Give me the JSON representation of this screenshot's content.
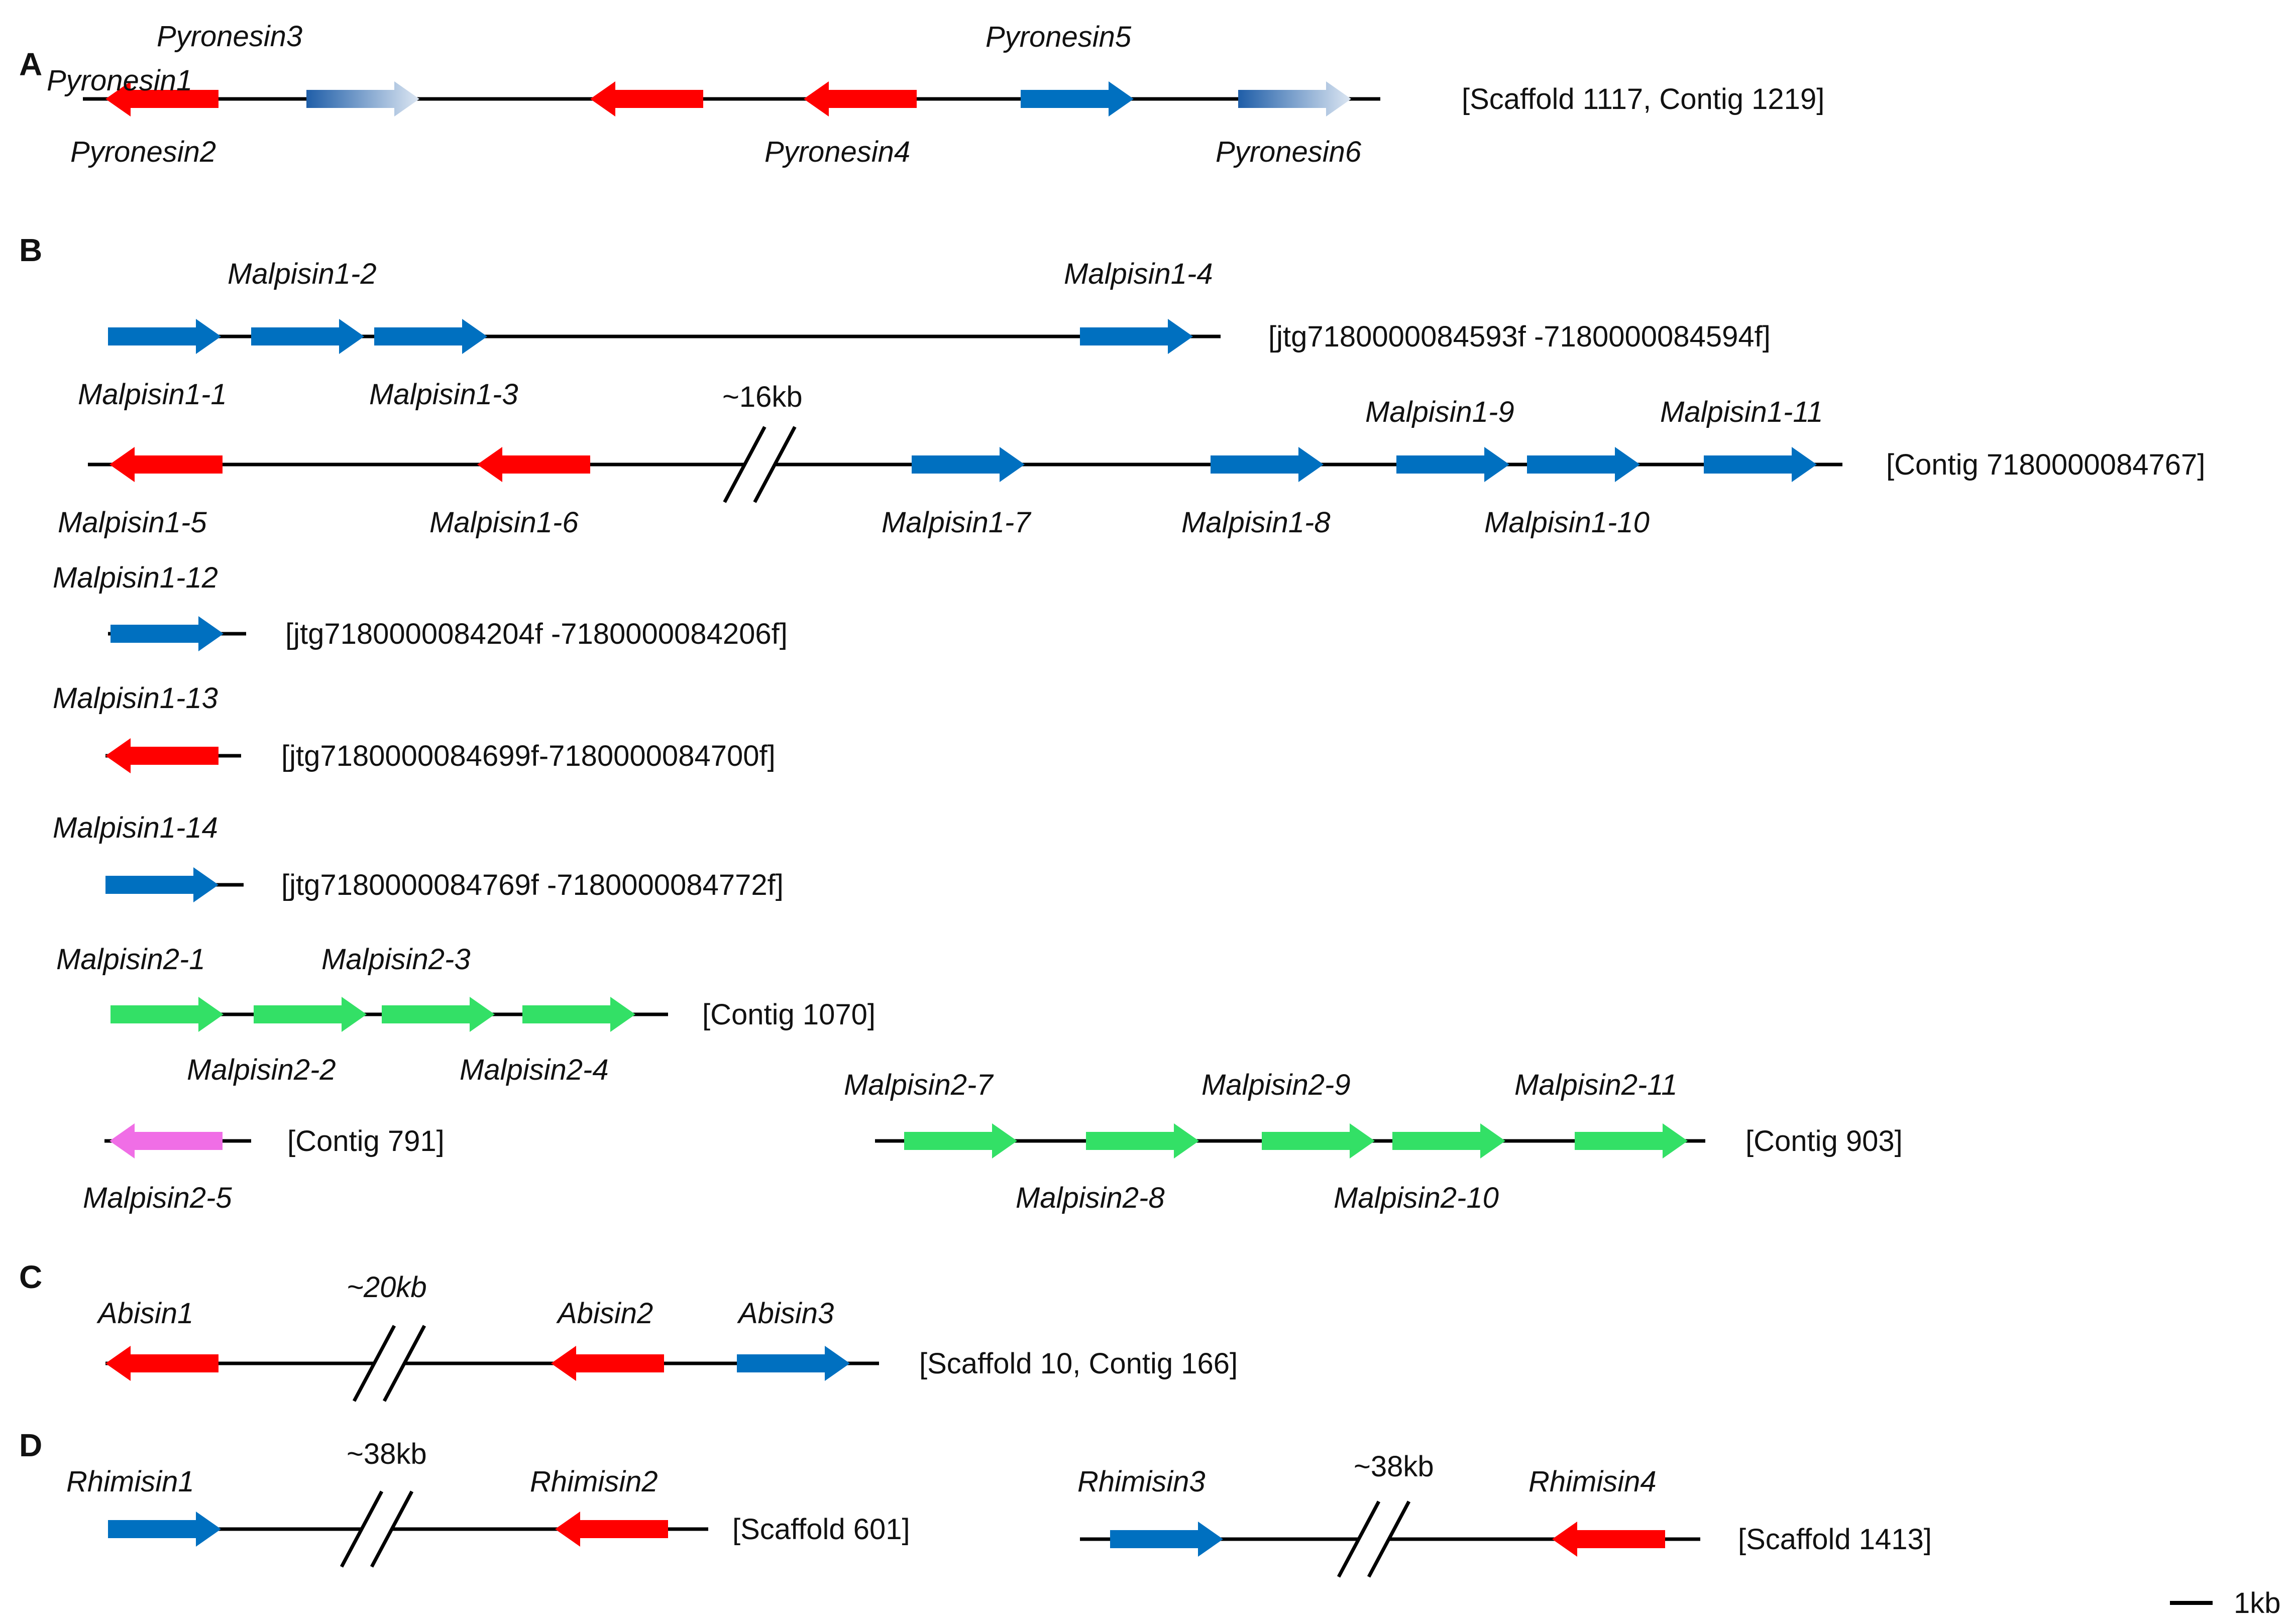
{
  "colors": {
    "red": "#ff0000",
    "blue": "#0070c0",
    "green": "#33e066",
    "pink": "#f06ee6",
    "fade_start": "#1f5ea8",
    "fade_end": "#dce6f2",
    "line": "#000000"
  },
  "panels": [
    {
      "id": "A",
      "letter": "A"
    },
    {
      "id": "B",
      "letter": "B"
    },
    {
      "id": "C",
      "letter": "C"
    },
    {
      "id": "D",
      "letter": "D"
    }
  ],
  "tracks": [
    {
      "id": "a1",
      "panel": "A",
      "contig": "[Scaffold 1117, Contig 1219]",
      "genes": [
        {
          "name": "Pyronesin1",
          "dir": "left",
          "color": "red",
          "label": "above"
        },
        {
          "name": "Pyronesin2",
          "dir": "right",
          "color": "fade",
          "label": "below"
        },
        {
          "name": "Pyronesin3",
          "dir": "left",
          "color": "red",
          "label": "above"
        },
        {
          "name": "Pyronesin4",
          "dir": "left",
          "color": "red",
          "label": "below"
        },
        {
          "name": "Pyronesin5",
          "dir": "right",
          "color": "blue",
          "label": "above"
        },
        {
          "name": "Pyronesin6",
          "dir": "right",
          "color": "fade",
          "label": "below"
        }
      ],
      "gaps": []
    },
    {
      "id": "b1",
      "panel": "B",
      "contig": "[jtg7180000084593f -7180000084594f]",
      "genes": [
        {
          "name": "Malpisin1-1",
          "dir": "right",
          "color": "blue",
          "label": "below"
        },
        {
          "name": "Malpisin1-2",
          "dir": "right",
          "color": "blue",
          "label": "above"
        },
        {
          "name": "Malpisin1-3",
          "dir": "right",
          "color": "blue",
          "label": "below"
        },
        {
          "name": "Malpisin1-4",
          "dir": "right",
          "color": "blue",
          "label": "above"
        }
      ],
      "gaps": []
    },
    {
      "id": "b2",
      "panel": "B",
      "contig": "[Contig 7180000084767]",
      "genes": [
        {
          "name": "Malpisin1-5",
          "dir": "left",
          "color": "red",
          "label": "below"
        },
        {
          "name": "Malpisin1-6",
          "dir": "left",
          "color": "red",
          "label": "below"
        },
        {
          "name": "Malpisin1-7",
          "dir": "right",
          "color": "blue",
          "label": "below"
        },
        {
          "name": "Malpisin1-8",
          "dir": "right",
          "color": "blue",
          "label": "below"
        },
        {
          "name": "Malpisin1-9",
          "dir": "right",
          "color": "blue",
          "label": "above"
        },
        {
          "name": "Malpisin1-10",
          "dir": "right",
          "color": "blue",
          "label": "below"
        },
        {
          "name": "Malpisin1-11",
          "dir": "right",
          "color": "blue",
          "label": "above"
        }
      ],
      "gaps": [
        {
          "label": "~16kb",
          "italic": false
        }
      ]
    },
    {
      "id": "b3",
      "panel": "B",
      "contig": "[jtg7180000084204f -7180000084206f]",
      "genes": [
        {
          "name": "Malpisin1-12",
          "dir": "right",
          "color": "blue",
          "label": "above"
        }
      ],
      "gaps": []
    },
    {
      "id": "b4",
      "panel": "B",
      "contig": "[jtg7180000084699f-7180000084700f]",
      "genes": [
        {
          "name": "Malpisin1-13",
          "dir": "left",
          "color": "red",
          "label": "above"
        }
      ],
      "gaps": []
    },
    {
      "id": "b5",
      "panel": "B",
      "contig": "[jtg7180000084769f -7180000084772f]",
      "genes": [
        {
          "name": "Malpisin1-14",
          "dir": "right",
          "color": "blue",
          "label": "above"
        }
      ],
      "gaps": []
    },
    {
      "id": "b6",
      "panel": "B",
      "contig": "[Contig 1070]",
      "genes": [
        {
          "name": "Malpisin2-1",
          "dir": "right",
          "color": "green",
          "label": "above"
        },
        {
          "name": "Malpisin2-2",
          "dir": "right",
          "color": "green",
          "label": "below"
        },
        {
          "name": "Malpisin2-3",
          "dir": "right",
          "color": "green",
          "label": "above"
        },
        {
          "name": "Malpisin2-4",
          "dir": "right",
          "color": "green",
          "label": "below"
        }
      ],
      "gaps": []
    },
    {
      "id": "b7",
      "panel": "B",
      "contig": "[Contig 791]",
      "genes": [
        {
          "name": "Malpisin2-5",
          "dir": "left",
          "color": "pink",
          "label": "below"
        }
      ],
      "gaps": []
    },
    {
      "id": "b8",
      "panel": "B",
      "contig": "[Contig 903]",
      "genes": [
        {
          "name": "Malpisin2-7",
          "dir": "right",
          "color": "green",
          "label": "above"
        },
        {
          "name": "Malpisin2-8",
          "dir": "right",
          "color": "green",
          "label": "below"
        },
        {
          "name": "Malpisin2-9",
          "dir": "right",
          "color": "green",
          "label": "above"
        },
        {
          "name": "Malpisin2-10",
          "dir": "right",
          "color": "green",
          "label": "below"
        },
        {
          "name": "Malpisin2-11",
          "dir": "right",
          "color": "green",
          "label": "above"
        }
      ],
      "gaps": []
    },
    {
      "id": "c1",
      "panel": "C",
      "contig": "[Scaffold 10, Contig 166]",
      "genes": [
        {
          "name": "Abisin1",
          "dir": "left",
          "color": "red",
          "label": "above"
        },
        {
          "name": "Abisin2",
          "dir": "left",
          "color": "red",
          "label": "above"
        },
        {
          "name": "Abisin3",
          "dir": "right",
          "color": "blue",
          "label": "above"
        }
      ],
      "gaps": [
        {
          "label": "~20kb",
          "italic": true
        }
      ]
    },
    {
      "id": "d1",
      "panel": "D",
      "contig": "[Scaffold 601]",
      "genes": [
        {
          "name": "Rhimisin1",
          "dir": "right",
          "color": "blue",
          "label": "above"
        },
        {
          "name": "Rhimisin2",
          "dir": "left",
          "color": "red",
          "label": "above"
        }
      ],
      "gaps": [
        {
          "label": "~38kb",
          "italic": false
        }
      ]
    },
    {
      "id": "d2",
      "panel": "D",
      "contig": "[Scaffold 1413]",
      "genes": [
        {
          "name": "Rhimisin3",
          "dir": "right",
          "color": "blue",
          "label": "above"
        },
        {
          "name": "Rhimisin4",
          "dir": "left",
          "color": "red",
          "label": "above"
        }
      ],
      "gaps": [
        {
          "label": "~38kb",
          "italic": false
        }
      ]
    }
  ],
  "scale_bar": {
    "label": "1kb"
  }
}
